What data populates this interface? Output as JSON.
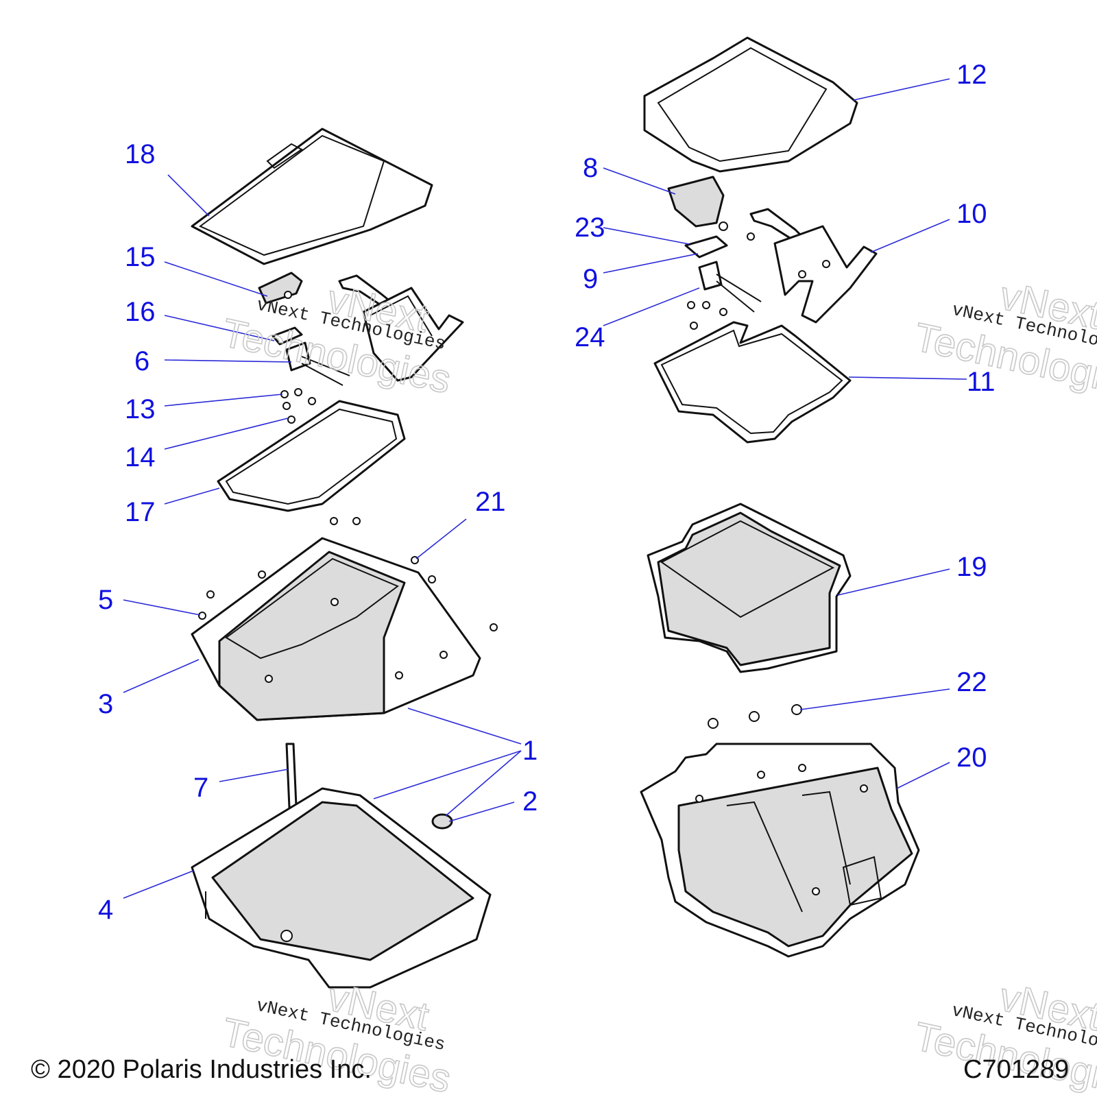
{
  "callouts": [
    "1",
    "2",
    "3",
    "4",
    "5",
    "6",
    "7",
    "8",
    "9",
    "10",
    "11",
    "12",
    "13",
    "14",
    "15",
    "16",
    "17",
    "18",
    "19",
    "20",
    "21",
    "22",
    "23",
    "24"
  ],
  "footer": {
    "copyright": "© 2020 Polaris Industries Inc.",
    "code": "C701289"
  },
  "watermark": {
    "line1": "vNext Technologies",
    "big1": "vNext",
    "big2": "Technologies"
  },
  "colors": {
    "callout": "#1010e0",
    "leader": "#2a2ad8"
  }
}
